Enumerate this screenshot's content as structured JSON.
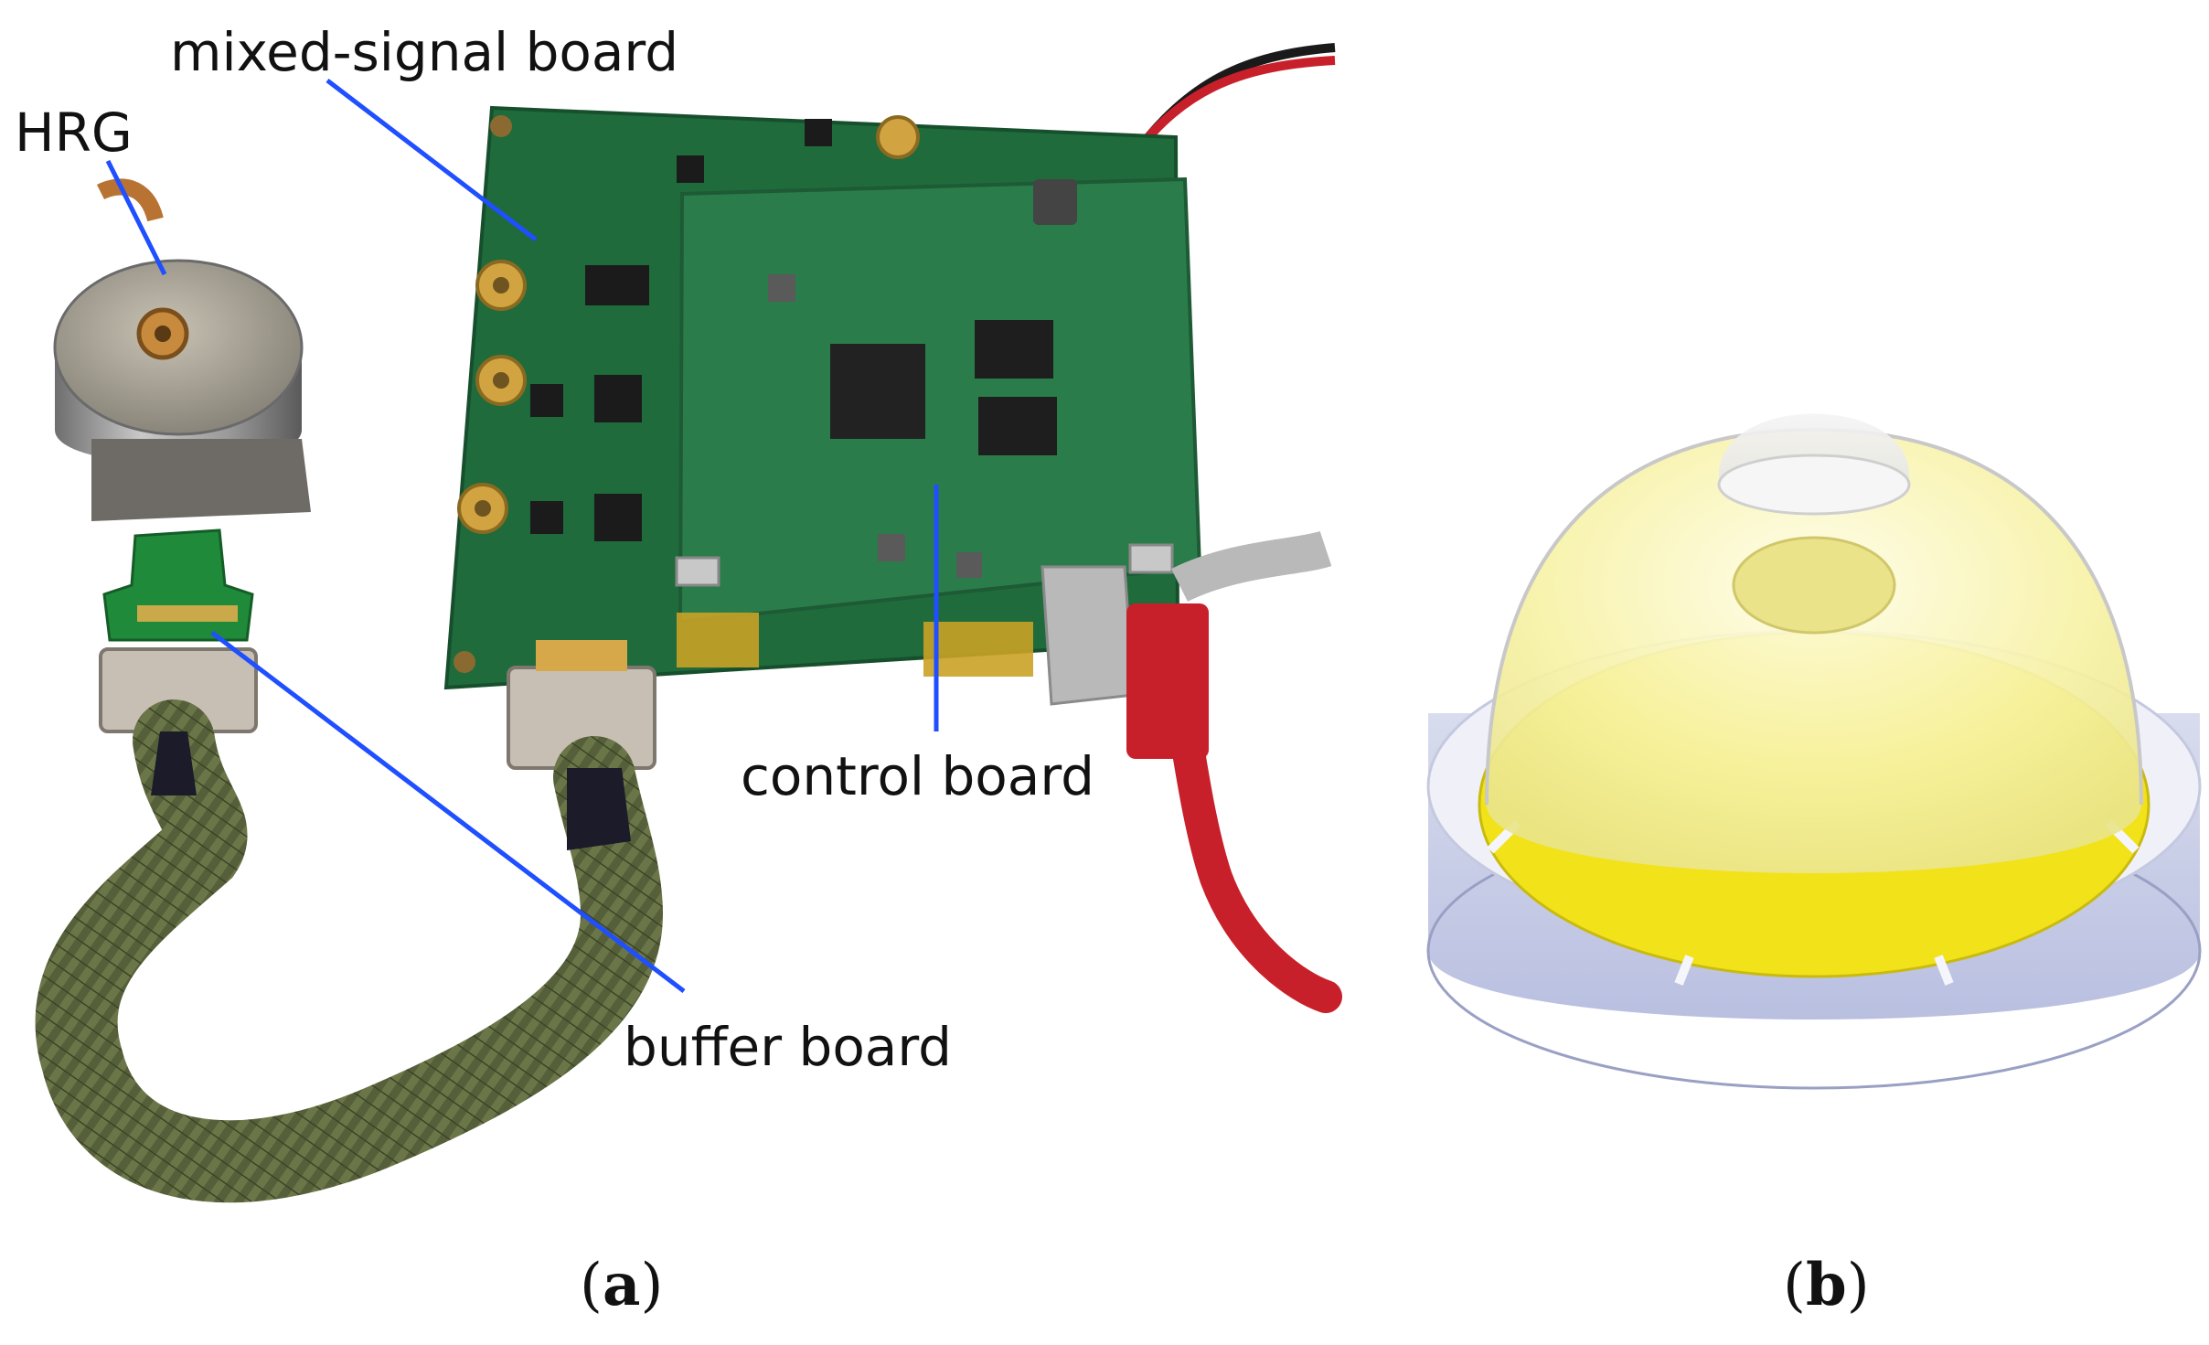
{
  "panel_a": {
    "labels": {
      "hrg": "HRG",
      "mixed_signal": "mixed-signal board",
      "control": "control board",
      "buffer": "buffer board"
    },
    "caption": {
      "open": "(",
      "letter": "a",
      "close": ")"
    }
  },
  "panel_b": {
    "caption": {
      "open": "(",
      "letter": "b",
      "close": ")"
    }
  },
  "colors": {
    "leader_line": "#1f4fff",
    "pcb_green": "#1f6b3c",
    "cable_braid": "#55603a",
    "usb_cable": "#c8202a",
    "dome_fill": "#f7f2a0",
    "electrode_yellow": "#f2e21a",
    "base_ring": "#d4d8ec"
  }
}
